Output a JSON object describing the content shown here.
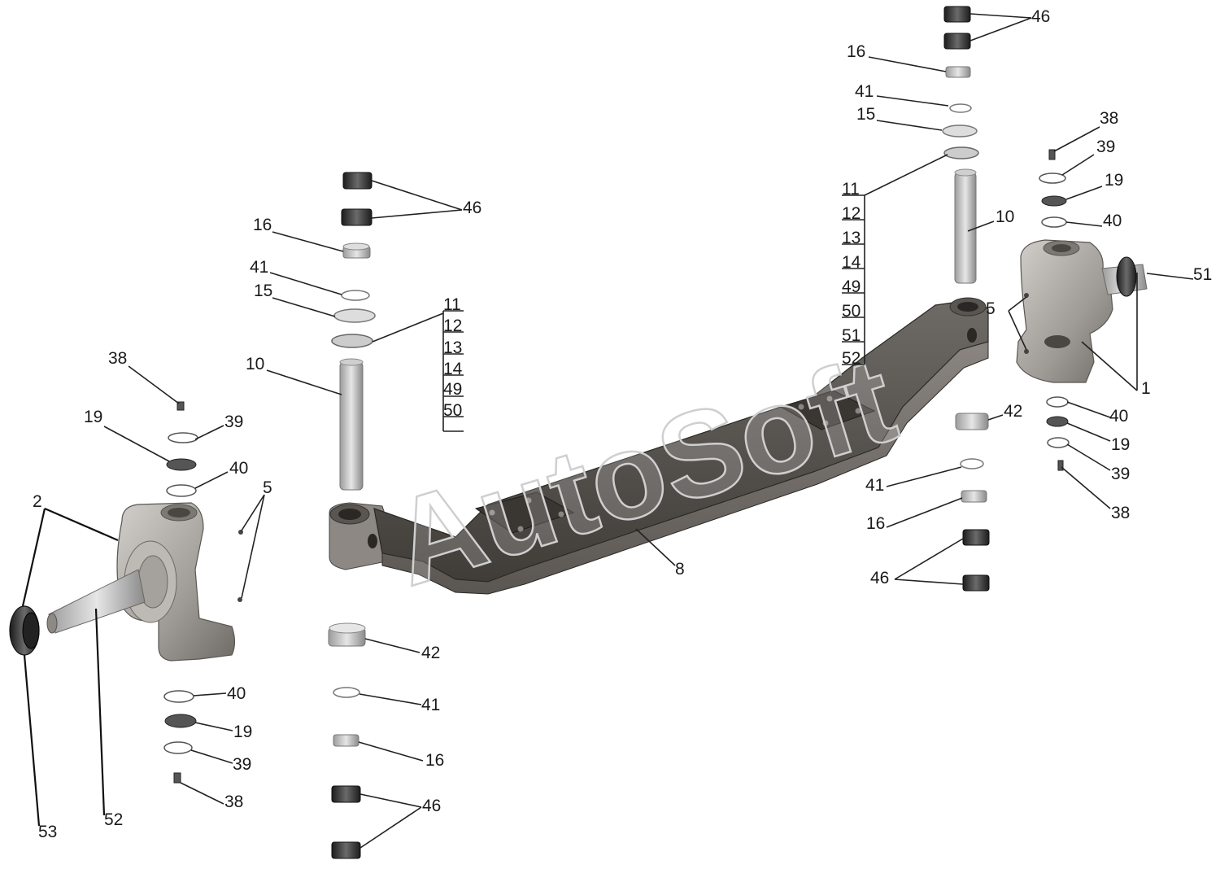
{
  "watermark": "AutoSoft",
  "labels": {
    "46": "46",
    "16": "16",
    "41": "41",
    "15": "15",
    "11": "11",
    "12": "12",
    "13": "13",
    "14": "14",
    "49": "49",
    "50": "50",
    "51": "51",
    "52": "52",
    "10": "10",
    "38": "38",
    "39": "39",
    "19": "19",
    "40": "40",
    "5": "5",
    "1": "1",
    "2": "2",
    "42": "42",
    "8": "8",
    "53": "53"
  }
}
